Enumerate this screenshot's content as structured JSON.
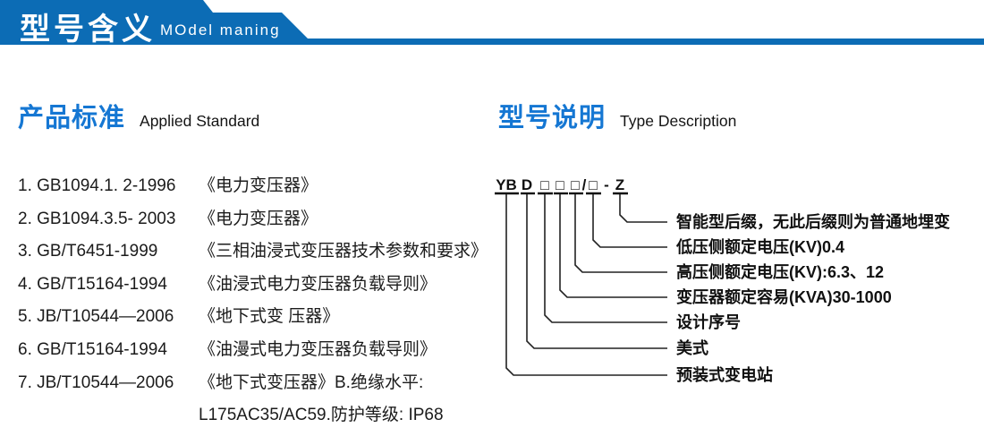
{
  "colors": {
    "banner_blue": "#0c6cb5",
    "heading_blue": "#1577d3",
    "text_dark": "#1b1b1b"
  },
  "header": {
    "title": "型号含义",
    "subtitle": "MOdel maning"
  },
  "left_section": {
    "heading_zh": "产品标准",
    "heading_en": "Applied Standard",
    "standards": [
      {
        "code": "1. GB1094.1. 2-1996",
        "title": "《电力变压器》"
      },
      {
        "code": "2. GB1094.3.5- 2003",
        "title": "《电力变压器》"
      },
      {
        "code": "3. GB/T6451-1999",
        "title": "《三相油浸式变压器技术参数和要求》"
      },
      {
        "code": "4. GB/T15164-1994",
        "title": "《油浸式电力变压器负载导则》"
      },
      {
        "code": "5. JB/T10544—2006",
        "title": "《地下式变 压器》"
      },
      {
        "code": "6. GB/T15164-1994",
        "title": "《油漫式电力变压器负载导则》"
      },
      {
        "code": "7. JB/T10544—2006",
        "title": "《地下式变压器》B.绝缘水平:"
      }
    ],
    "continuation": "L175AC35/AC59.防护等级: IP68"
  },
  "right_section": {
    "heading_zh": "型号说明",
    "heading_en": "Type Description",
    "code_parts": [
      {
        "t": "YB"
      },
      {
        "t": "D"
      },
      {
        "t": "□"
      },
      {
        "t": "□"
      },
      {
        "t": "□"
      },
      {
        "t": "/"
      },
      {
        "t": "□"
      },
      {
        "t": "-"
      },
      {
        "t": "Z"
      }
    ],
    "labels": [
      {
        "text": "智能型后缀，无此后缀则为普通地埋变"
      },
      {
        "text": "低压侧额定电压(KV)0.4"
      },
      {
        "text": "高压侧额定电压(KV):6.3、12"
      },
      {
        "text": "变压器额定容易(KVA)30-1000"
      },
      {
        "text": "设计序号"
      },
      {
        "text": "美式"
      },
      {
        "text": "预装式变电站"
      }
    ]
  }
}
